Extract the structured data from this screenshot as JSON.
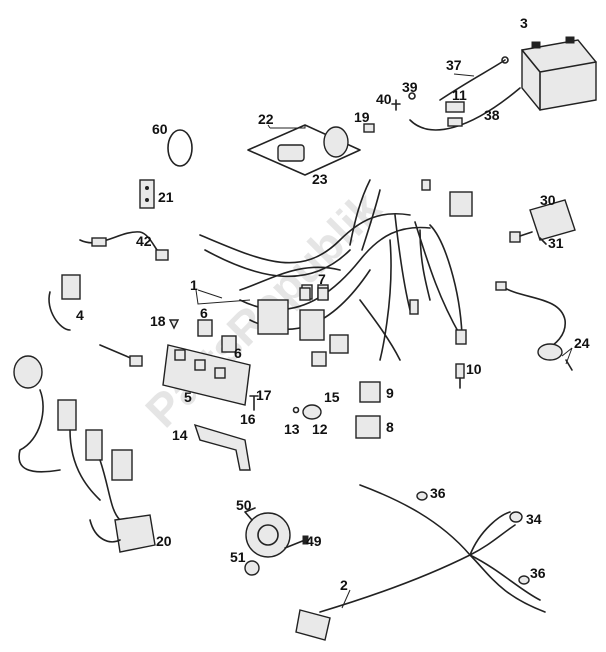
{
  "watermark": "PartsRepublik",
  "callouts": [
    "1",
    "2",
    "3",
    "4",
    "5",
    "6",
    "7",
    "8",
    "9",
    "10",
    "11",
    "12",
    "13",
    "14",
    "15",
    "16",
    "17",
    "18",
    "19",
    "20",
    "21",
    "22",
    "23",
    "24",
    "30",
    "31",
    "34",
    "36",
    "37",
    "38",
    "39",
    "40",
    "42",
    "49",
    "50",
    "51",
    "60"
  ]
}
